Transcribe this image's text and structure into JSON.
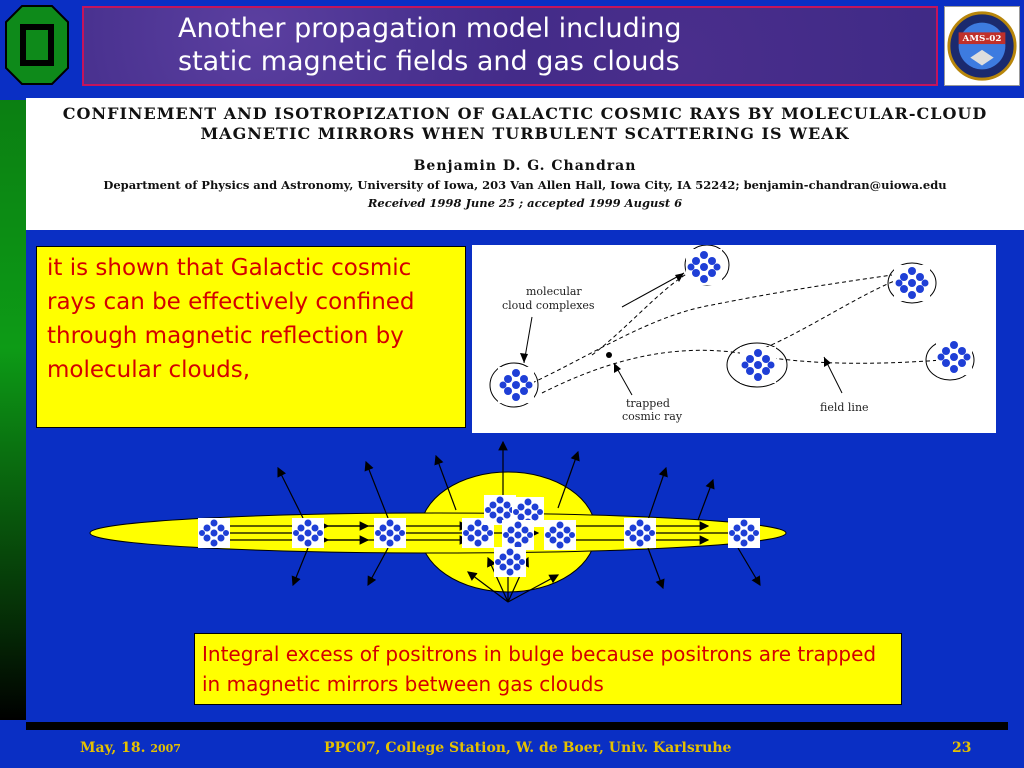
{
  "slide": {
    "title_line1": "Another propagation model  including",
    "title_line2": "static magnetic fields and  gas clouds",
    "logo_right_text": "AMS-02"
  },
  "paper": {
    "title_line1": "CONFINEMENT AND ISOTROPIZATION OF GALACTIC COSMIC RAYS BY MOLECULAR-CLOUD",
    "title_line2": "MAGNETIC MIRRORS WHEN TURBULENT SCATTERING IS WEAK",
    "author": "Benjamin D. G. Chandran",
    "affiliation": "Department of Physics and Astronomy, University of Iowa, 203 Van Allen Hall, Iowa City, IA 52242; benjamin-chandran@uiowa.edu",
    "received": "Received 1998 June 25 ; accepted 1999 August 6"
  },
  "callout_top": {
    "text": "it is shown that Galactic cosmic rays can be effectively confined through magnetic reflection by molecular clouds,"
  },
  "figure": {
    "label_clouds_1": "molecular",
    "label_clouds_2": "cloud complexes",
    "label_trapped_1": "trapped",
    "label_trapped_2": "cosmic ray",
    "label_field": "field line"
  },
  "callout_bottom": {
    "text": "Integral excess of positrons in bulge because positrons are trapped in magnetic mirrors between gas clouds"
  },
  "footer": {
    "date": "May, 18.",
    "year": "2007",
    "conference": "PPC07, College Station, W. de Boer,  Univ. Karlsruhe",
    "page": "23"
  },
  "colors": {
    "background": "#0a2fc4",
    "callout": "#ffff00",
    "callout_text": "#d40000",
    "footer_text": "#e5c100",
    "title_box": "#3f2a86",
    "cloud_dot": "#1f3fd6"
  }
}
